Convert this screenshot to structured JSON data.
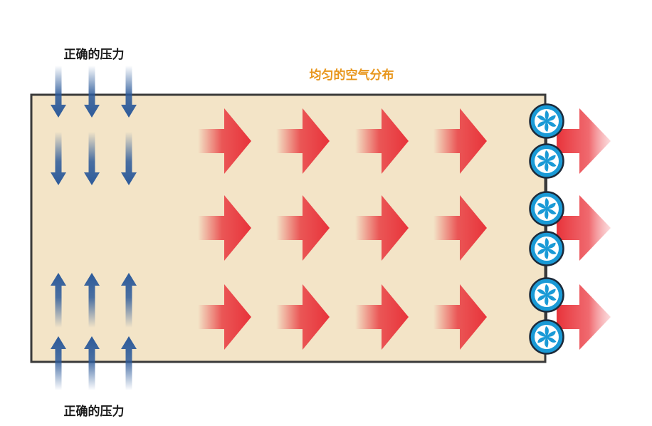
{
  "labels": {
    "top_pressure": "正确的压力",
    "bottom_pressure": "正确的压力",
    "airflow": "均匀的空气分布"
  },
  "colors": {
    "room_fill": "#f3e4c7",
    "room_stroke": "#3a3a3a",
    "pressure_arrow": "#2c5a9a",
    "airflow_arrow": "#e8333a",
    "airflow_label": "#e8961c",
    "fan_fill": "#1a9ad6",
    "fan_blade": "#ffffff"
  },
  "icons": {
    "inlet_arrows": "arrow-down-icon",
    "outlet_arrows": "arrow-up-icon",
    "airflow_arrows": "arrow-right-icon",
    "exhaust_fans": "fan-icon"
  }
}
